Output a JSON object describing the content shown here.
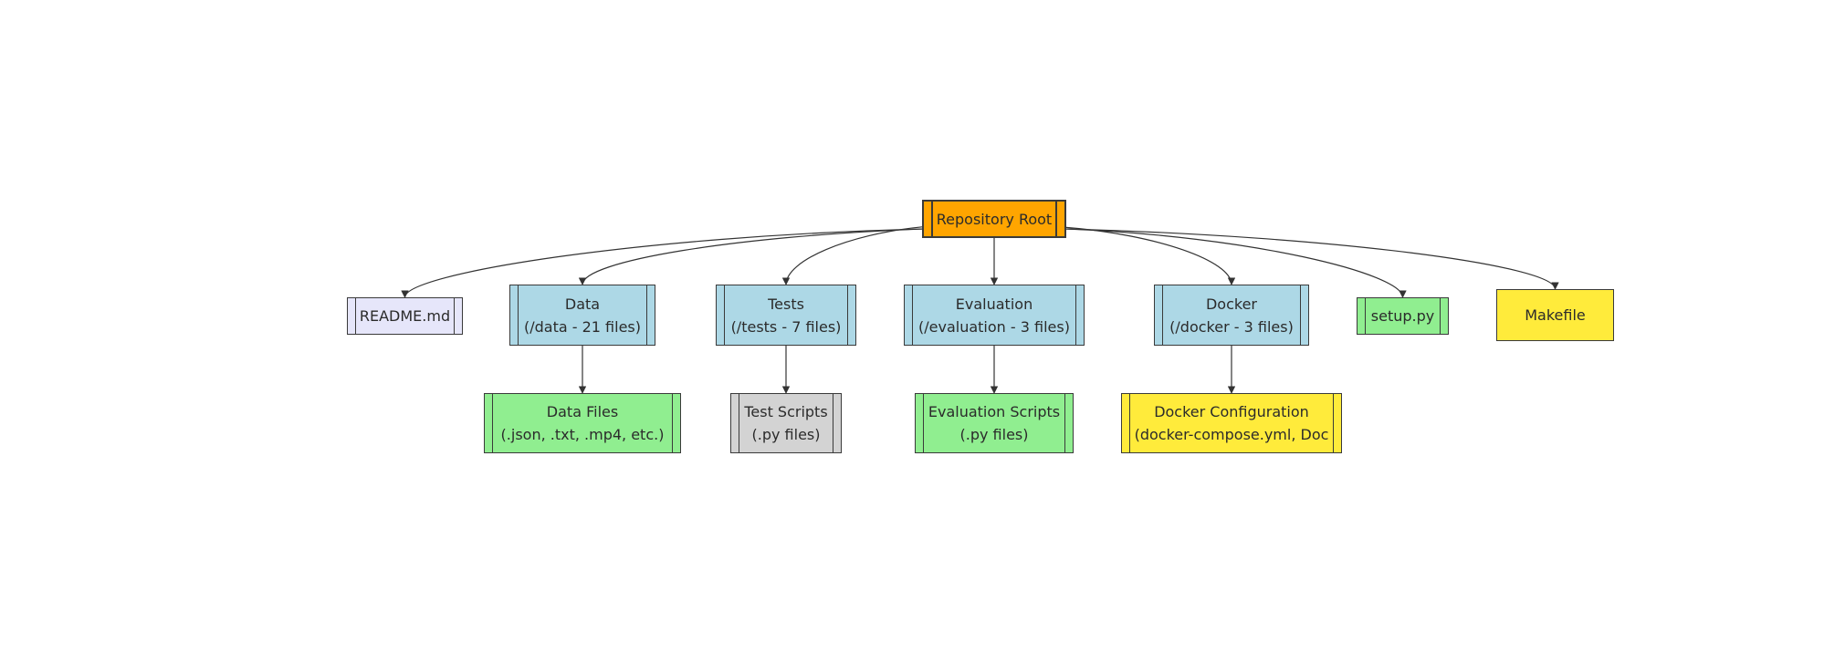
{
  "nodes": {
    "root": [
      "Repository Root"
    ],
    "readme": [
      "README.md"
    ],
    "data": [
      "Data",
      "(/data - 21 files)"
    ],
    "tests": [
      "Tests",
      "(/tests - 7 files)"
    ],
    "evaluation": [
      "Evaluation",
      "(/evaluation - 3 files)"
    ],
    "docker": [
      "Docker",
      "(/docker - 3 files)"
    ],
    "setup": [
      "setup.py"
    ],
    "makefile": [
      "Makefile"
    ],
    "data_files": [
      "Data Files",
      "(.json, .txt, .mp4, etc.)"
    ],
    "test_scripts": [
      "Test Scripts",
      "(.py files)"
    ],
    "eval_scripts": [
      "Evaluation Scripts",
      "(.py files)"
    ],
    "docker_config": [
      "Docker Configuration",
      "(docker-compose.yml, Doc"
    ]
  },
  "edges": [
    [
      "root",
      "readme"
    ],
    [
      "root",
      "data"
    ],
    [
      "root",
      "tests"
    ],
    [
      "root",
      "evaluation"
    ],
    [
      "root",
      "docker"
    ],
    [
      "root",
      "setup"
    ],
    [
      "root",
      "makefile"
    ],
    [
      "data",
      "data_files"
    ],
    [
      "tests",
      "test_scripts"
    ],
    [
      "evaluation",
      "eval_scripts"
    ],
    [
      "docker",
      "docker_config"
    ]
  ],
  "colors": {
    "root": "#ffa500",
    "folder": "#add8e6",
    "readme": "#e6e6fa",
    "green": "#90ee90",
    "gray": "#d3d3d3",
    "yellow": "#ffeb3b",
    "stroke": "#333333"
  }
}
